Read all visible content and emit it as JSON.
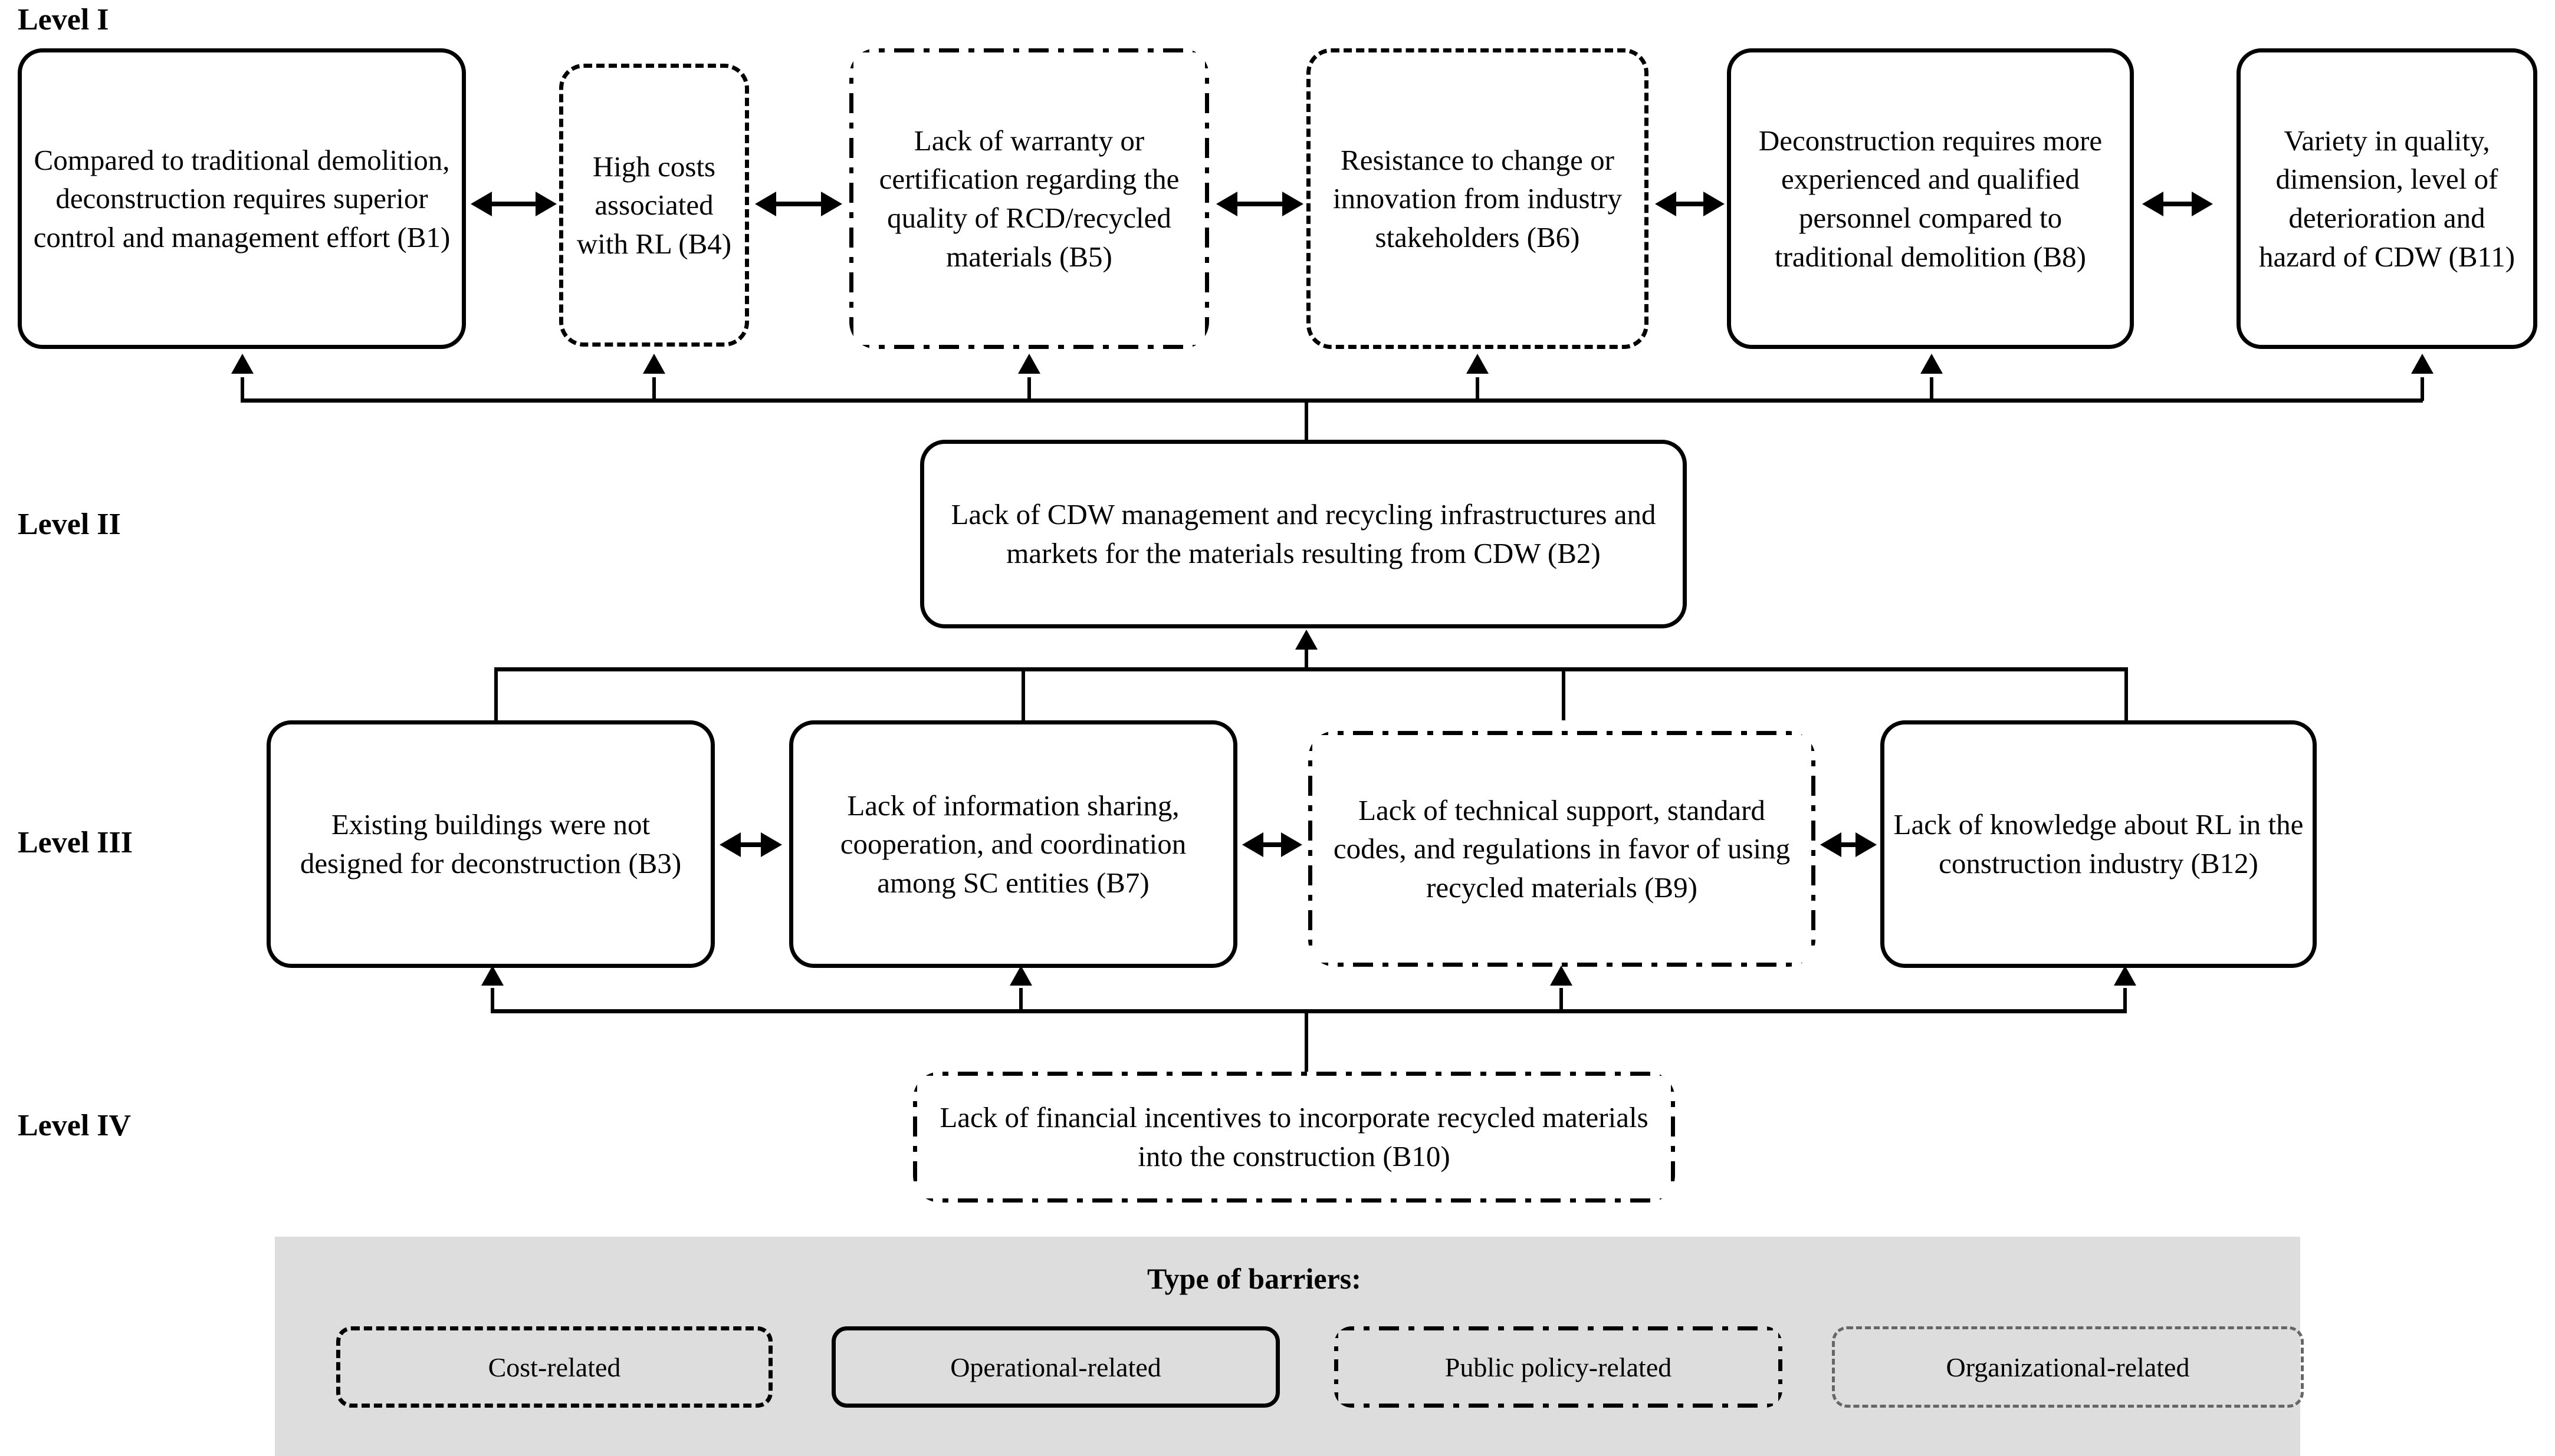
{
  "levels": [
    {
      "id": "level-1",
      "label": "Level I"
    },
    {
      "id": "level-2",
      "label": "Level II"
    },
    {
      "id": "level-3",
      "label": "Level III"
    },
    {
      "id": "level-4",
      "label": "Level IV"
    }
  ],
  "nodes": {
    "b1": {
      "code": "B1",
      "type": "operational",
      "text": "Compared to traditional demolition, deconstruction requires superior control and management effort (B1)"
    },
    "b4": {
      "code": "B4",
      "type": "cost",
      "text": "High costs associated with RL (B4)"
    },
    "b5": {
      "code": "B5",
      "type": "public-policy",
      "text": "Lack of warranty or certification regarding the quality of RCD/recycled materials (B5)"
    },
    "b6": {
      "code": "B6",
      "type": "cost",
      "text": "Resistance to change or innovation from industry stakeholders (B6)"
    },
    "b8": {
      "code": "B8",
      "type": "operational",
      "text": "Deconstruction requires more experienced and qualified personnel compared to traditional demolition (B8)"
    },
    "b11": {
      "code": "B11",
      "type": "operational",
      "text": "Variety in quality, dimension, level of deterioration and hazard of CDW (B11)"
    },
    "b2": {
      "code": "B2",
      "type": "operational",
      "text": "Lack of CDW management and recycling infrastructures and markets for the materials resulting from CDW (B2)"
    },
    "b3": {
      "code": "B3",
      "type": "operational",
      "text": "Existing buildings were not designed for deconstruction (B3)"
    },
    "b7": {
      "code": "B7",
      "type": "operational",
      "text": "Lack of information sharing, cooperation, and coordination among SC entities (B7)"
    },
    "b9": {
      "code": "B9",
      "type": "public-policy",
      "text": "Lack of technical support, standard codes, and regulations in favor of using recycled materials (B9)"
    },
    "b12": {
      "code": "B12",
      "type": "operational",
      "text": "Lack of knowledge about RL  in the construction industry (B12)"
    },
    "b10": {
      "code": "B10",
      "type": "public-policy",
      "text": "Lack of financial incentives to incorporate recycled materials into the construction (B10)"
    }
  },
  "legend": {
    "title": "Type of barriers:",
    "background_color": "#dddddd",
    "items": [
      {
        "id": "cost-related",
        "label": "Cost-related",
        "border_style": "dashed"
      },
      {
        "id": "operational-related",
        "label": "Operational-related",
        "border_style": "solid"
      },
      {
        "id": "public-policy-related",
        "label": "Public policy-related",
        "border_style": "dash-dot"
      },
      {
        "id": "organizational-related",
        "label": "Organizational-related",
        "border_style": "fine-dashed"
      }
    ]
  }
}
